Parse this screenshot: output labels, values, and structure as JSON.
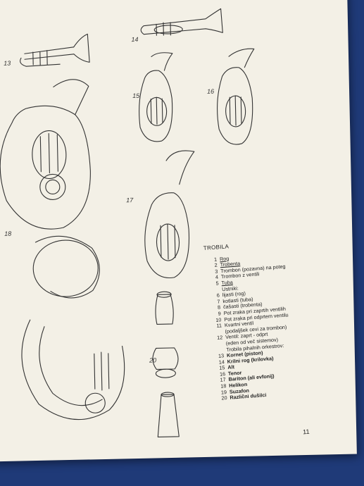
{
  "figure_labels": {
    "f13": "13",
    "f14": "14",
    "f15": "15",
    "f16": "16",
    "f17": "17",
    "f18": "18",
    "f20": "20"
  },
  "legend": {
    "title": "TROBILA",
    "items": [
      {
        "num": "1",
        "text": "Rog"
      },
      {
        "num": "2",
        "text": "Trobenta"
      },
      {
        "num": "3",
        "text": "Trombon (pozavna) na poteg"
      },
      {
        "num": "4",
        "text": "Trombon z ventili"
      },
      {
        "num": "5",
        "text": "Tuba"
      },
      {
        "num": "",
        "text": "Ustniki:"
      },
      {
        "num": "6",
        "text": "lijasti (rog)"
      },
      {
        "num": "7",
        "text": "kotlasti (tuba)"
      },
      {
        "num": "8",
        "text": "čašasti (trobenta)"
      },
      {
        "num": "9",
        "text": "Pot zraka pri zaprtih ventilih"
      },
      {
        "num": "10",
        "text": "Pot zraka pri odprtem ventilu"
      },
      {
        "num": "11",
        "text": "Kvartni ventil"
      },
      {
        "num": "",
        "text": "(podaljšek cevi za trombon)"
      },
      {
        "num": "12",
        "text": "Ventil: zaprt - odprt"
      },
      {
        "num": "",
        "text": "(eden od več sistemov)"
      },
      {
        "num": "",
        "text": "Trobila pihalnih orkestrov:"
      },
      {
        "num": "13",
        "text": "Kornet (piston)"
      },
      {
        "num": "14",
        "text": "Krilni rog (krilovka)"
      },
      {
        "num": "15",
        "text": "Alt"
      },
      {
        "num": "16",
        "text": "Tenor"
      },
      {
        "num": "17",
        "text": "Bariton (ali evfonij)"
      },
      {
        "num": "18",
        "text": "Helikon"
      },
      {
        "num": "19",
        "text": "Suzafon"
      },
      {
        "num": "20",
        "text": "Različni dušilci"
      }
    ]
  },
  "page_number": "11"
}
